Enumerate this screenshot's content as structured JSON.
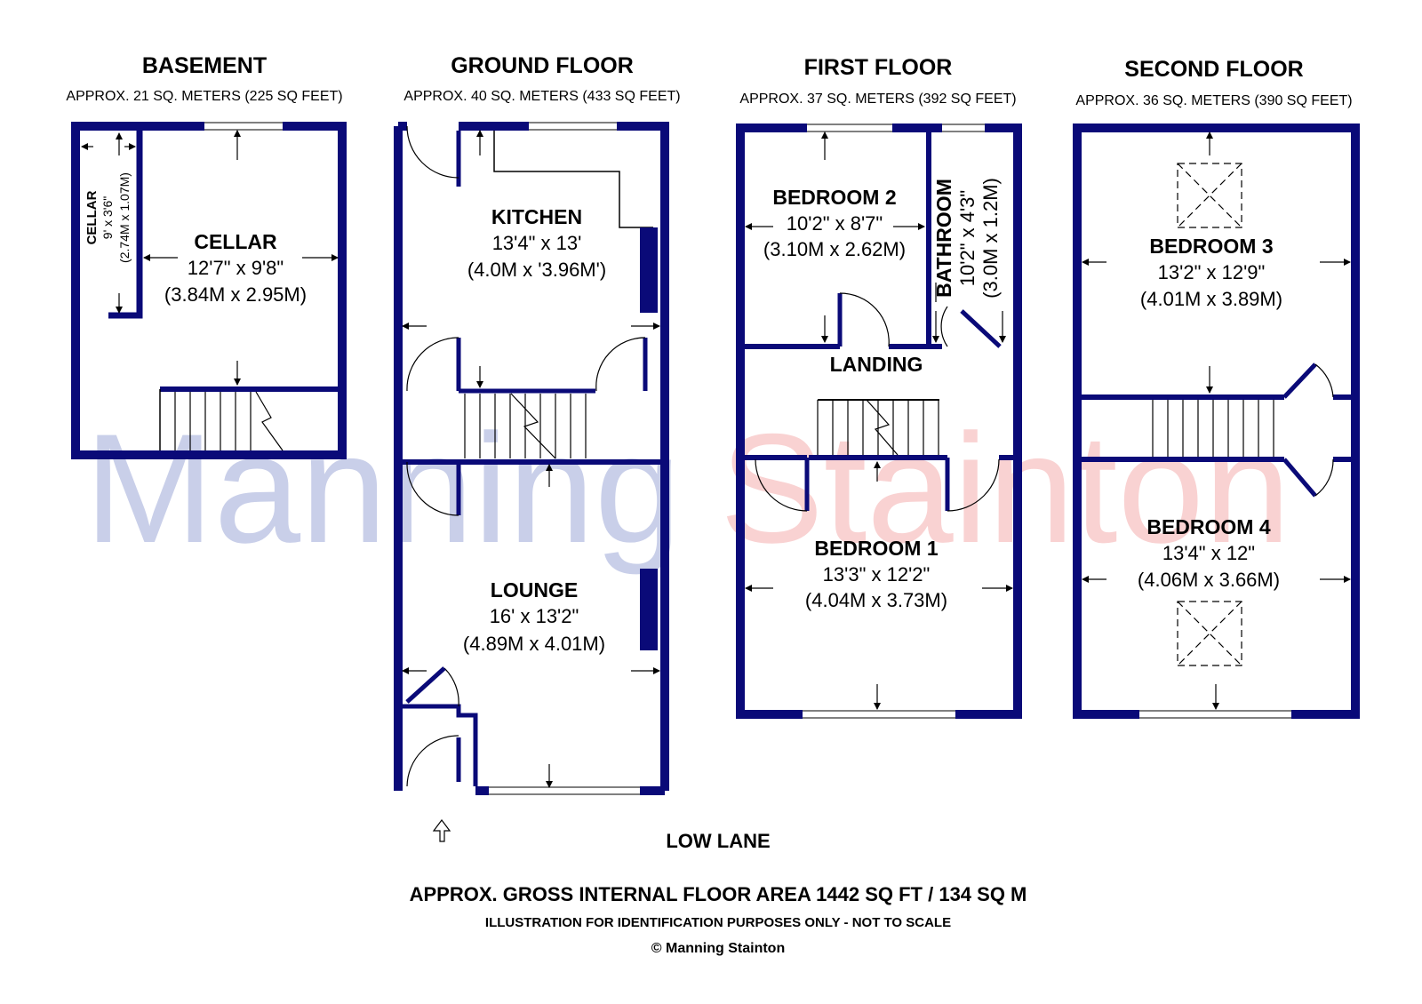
{
  "watermark": {
    "part1": "Manning",
    "part2": "Stainton"
  },
  "floors": {
    "basement": {
      "title": "BASEMENT",
      "area": "APPROX. 21 SQ. METERS (225 SQ FEET)"
    },
    "ground": {
      "title": "GROUND FLOOR",
      "area": "APPROX. 40 SQ. METERS (433 SQ FEET)"
    },
    "first": {
      "title": "FIRST FLOOR",
      "area": "APPROX. 37 SQ. METERS (392 SQ FEET)"
    },
    "second": {
      "title": "SECOND FLOOR",
      "area": "APPROX. 36 SQ. METERS (390 SQ FEET)"
    }
  },
  "rooms": {
    "cellar_main": {
      "name": "CELLAR",
      "imperial": "12'7\" x 9'8\"",
      "metric": "(3.84M x 2.95M)"
    },
    "cellar_small": {
      "name": "CELLAR",
      "imperial": "9' x 3'6\"",
      "metric": "(2.74M x 1.07M)"
    },
    "kitchen": {
      "name": "KITCHEN",
      "imperial": "13'4\" x 13'",
      "metric": "(4.0M x '3.96M')"
    },
    "lounge": {
      "name": "LOUNGE",
      "imperial": "16' x 13'2\"",
      "metric": "(4.89M x 4.01M)"
    },
    "bedroom2": {
      "name": "BEDROOM 2",
      "imperial": "10'2\" x 8'7\"",
      "metric": "(3.10M x 2.62M)"
    },
    "bathroom": {
      "name": "BATHROOM",
      "imperial": "10'2\" x 4'3\"",
      "metric": "(3.0M x 1.2M)"
    },
    "landing": {
      "name": "LANDING"
    },
    "bedroom1": {
      "name": "BEDROOM 1",
      "imperial": "13'3\" x 12'2\"",
      "metric": "(4.04M x 3.73M)"
    },
    "bedroom3": {
      "name": "BEDROOM 3",
      "imperial": "13'2\" x 12'9\"",
      "metric": "(4.01M x 3.89M)"
    },
    "bedroom4": {
      "name": "BEDROOM 4",
      "imperial": "13'4\" x 12\"",
      "metric": "(4.06M x 3.66M)"
    }
  },
  "road": "LOW LANE",
  "footer": {
    "gross_area": "APPROX. GROSS INTERNAL FLOOR AREA 1442 SQ FT / 134 SQ M",
    "disclaimer": "ILLUSTRATION FOR IDENTIFICATION PURPOSES ONLY - NOT TO SCALE",
    "copyright": "© Manning Stainton"
  },
  "colors": {
    "wall": "#0a0a78",
    "watermark_blue": "#c9cfe9",
    "watermark_pink": "#f9d2d2"
  }
}
